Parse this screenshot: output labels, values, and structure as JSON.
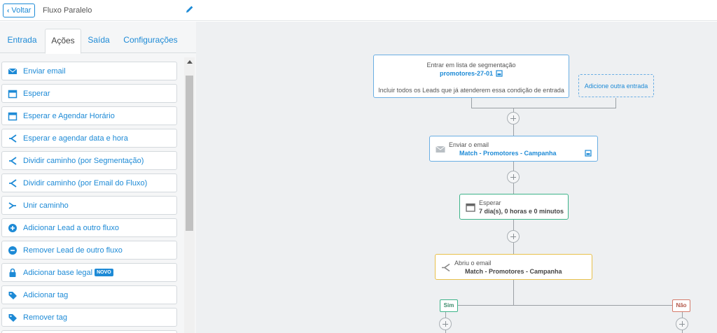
{
  "header": {
    "back_label": "Voltar",
    "flow_name": "Fluxo Paralelo"
  },
  "tabs": [
    {
      "label": "Entrada"
    },
    {
      "label": "Ações"
    },
    {
      "label": "Saída"
    },
    {
      "label": "Configurações"
    }
  ],
  "actions": [
    {
      "label": "Enviar email",
      "icon": "envelope-icon"
    },
    {
      "label": "Esperar",
      "icon": "calendar-icon"
    },
    {
      "label": "Esperar e Agendar Horário",
      "icon": "calendar-icon"
    },
    {
      "label": "Esperar e agendar data e hora",
      "icon": "split-icon"
    },
    {
      "label": "Dividir caminho (por Segmentação)",
      "icon": "split-icon"
    },
    {
      "label": "Dividir caminho (por Email do Fluxo)",
      "icon": "split-icon"
    },
    {
      "label": "Unir caminho",
      "icon": "merge-icon"
    },
    {
      "label": "Adicionar Lead a outro fluxo",
      "icon": "plus-circle-icon"
    },
    {
      "label": "Remover Lead de outro fluxo",
      "icon": "minus-circle-icon"
    },
    {
      "label": "Adicionar base legal",
      "icon": "lock-icon",
      "badge": "NOVO"
    },
    {
      "label": "Adicionar tag",
      "icon": "tag-icon"
    },
    {
      "label": "Remover tag",
      "icon": "tag-icon"
    }
  ],
  "canvas": {
    "entry": {
      "title": "Entrar em lista de segmentação",
      "list": "promotores-27-01",
      "description": "Incluir todos os Leads que já atenderem essa condição de entrada"
    },
    "add_entry_label": "Adicione outra entrada",
    "email_node": {
      "title": "Enviar o email",
      "value": "Match - Promotores - Campanha"
    },
    "wait_node": {
      "title": "Esperar",
      "value": "7 dia(s), 0 horas e 0 minutos"
    },
    "opened_node": {
      "title": "Abriu o email",
      "value": "Match - Promotores - Campanha"
    },
    "branch_yes": "Sim",
    "branch_no": "Não"
  },
  "colors": {
    "accent": "#1d8ad6",
    "wait_border": "#3cb389",
    "condition_border": "#e8c04b",
    "no_branch": "#d57a6a"
  }
}
